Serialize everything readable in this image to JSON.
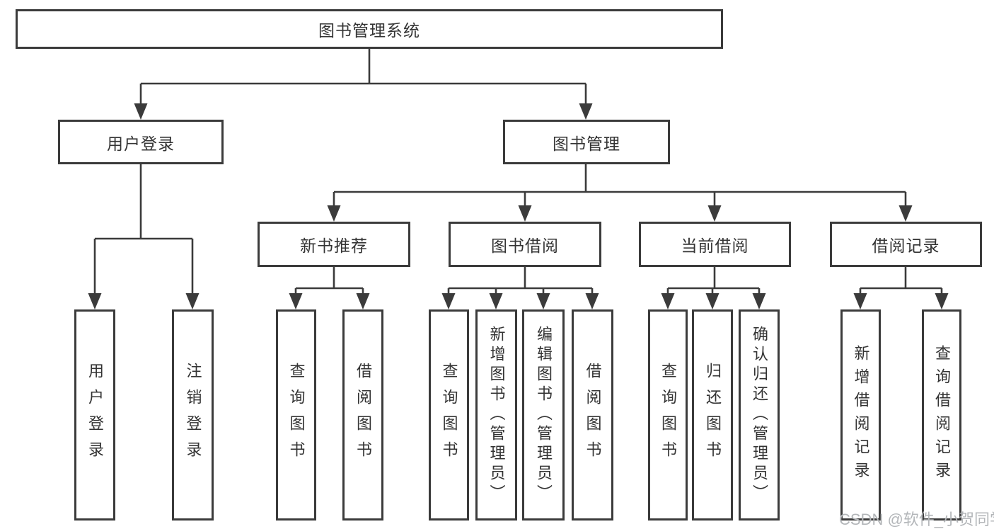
{
  "diagram": {
    "root": {
      "label": "图书管理系统"
    },
    "branches": [
      {
        "label": "用户登录",
        "leaves": [
          {
            "label": "用户登录"
          },
          {
            "label": "注销登录"
          }
        ]
      },
      {
        "label": "图书管理",
        "groups": [
          {
            "label": "新书推荐",
            "leaves": [
              {
                "label": "查询图书"
              },
              {
                "label": "借阅图书"
              }
            ]
          },
          {
            "label": "图书借阅",
            "leaves": [
              {
                "label": "查询图书"
              },
              {
                "label": "新增图书（管理员）"
              },
              {
                "label": "编辑图书（管理员）"
              },
              {
                "label": "借阅图书"
              }
            ]
          },
          {
            "label": "当前借阅",
            "leaves": [
              {
                "label": "查询图书"
              },
              {
                "label": "归还图书"
              },
              {
                "label": "确认归还（管理员）"
              }
            ]
          },
          {
            "label": "借阅记录",
            "leaves": [
              {
                "label": "新增借阅记录"
              },
              {
                "label": "查询借阅记录"
              }
            ]
          }
        ]
      }
    ]
  },
  "watermark": {
    "text": "CSDN @软件_小贺同学"
  },
  "colors": {
    "line": "#3b3b3b",
    "text": "#333333",
    "watermark": "#b3b6b9",
    "background": "#ffffff"
  }
}
